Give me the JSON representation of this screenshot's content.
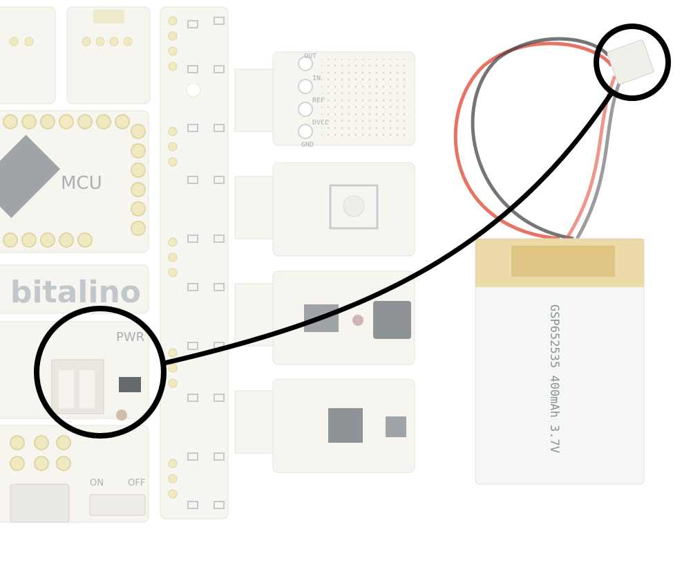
{
  "board": {
    "mcu_label": "MCU",
    "brand": "bitalino",
    "pwr_label": "PWR",
    "switch_on": "ON",
    "switch_off": "OFF",
    "pins": [
      "OUT",
      "IN",
      "REF",
      "DVCC",
      "GND"
    ]
  },
  "battery": {
    "label": "GSP652535 400mAh 3.7V"
  },
  "colors": {
    "board": "#f6f4ee",
    "board_edge": "#e2dfd6",
    "pad": "#efe6b6",
    "chip": "#8e959a",
    "highlight": "#000000",
    "wire_red": "#e2503f",
    "wire_black": "#3a3a3a",
    "battery_tape": "#e4c46a"
  }
}
